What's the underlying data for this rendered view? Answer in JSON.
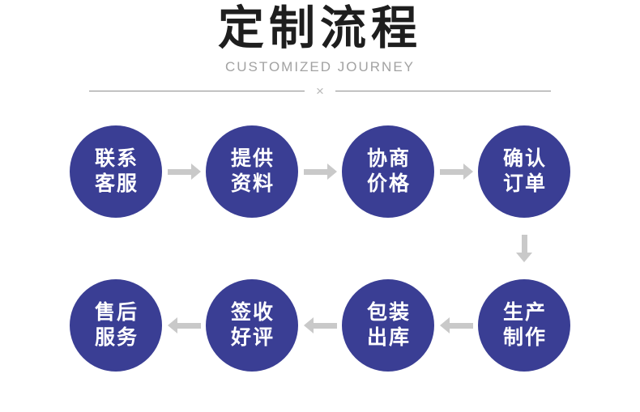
{
  "header": {
    "title": "定制流程",
    "subtitle": "CUSTOMIZED JOURNEY",
    "divider_symbol": "×"
  },
  "colors": {
    "circle_blue": "#3a3e94",
    "arrow_gray": "#c9c9c9",
    "title_color": "#1e1e1e",
    "subtitle_gray": "#a2a2a2",
    "divider_line": "#8e8e8e",
    "divider_x": "#b8b8b8"
  },
  "flow": {
    "row1": {
      "direction": "right",
      "steps": [
        {
          "line1": "联系",
          "line2": "客服"
        },
        {
          "line1": "提供",
          "line2": "资料"
        },
        {
          "line1": "协商",
          "line2": "价格"
        },
        {
          "line1": "确认",
          "line2": "订单"
        }
      ]
    },
    "row2": {
      "direction": "left",
      "steps": [
        {
          "line1": "售后",
          "line2": "服务"
        },
        {
          "line1": "签收",
          "line2": "好评"
        },
        {
          "line1": "包装",
          "line2": "出库"
        },
        {
          "line1": "生产",
          "line2": "制作"
        }
      ]
    }
  }
}
